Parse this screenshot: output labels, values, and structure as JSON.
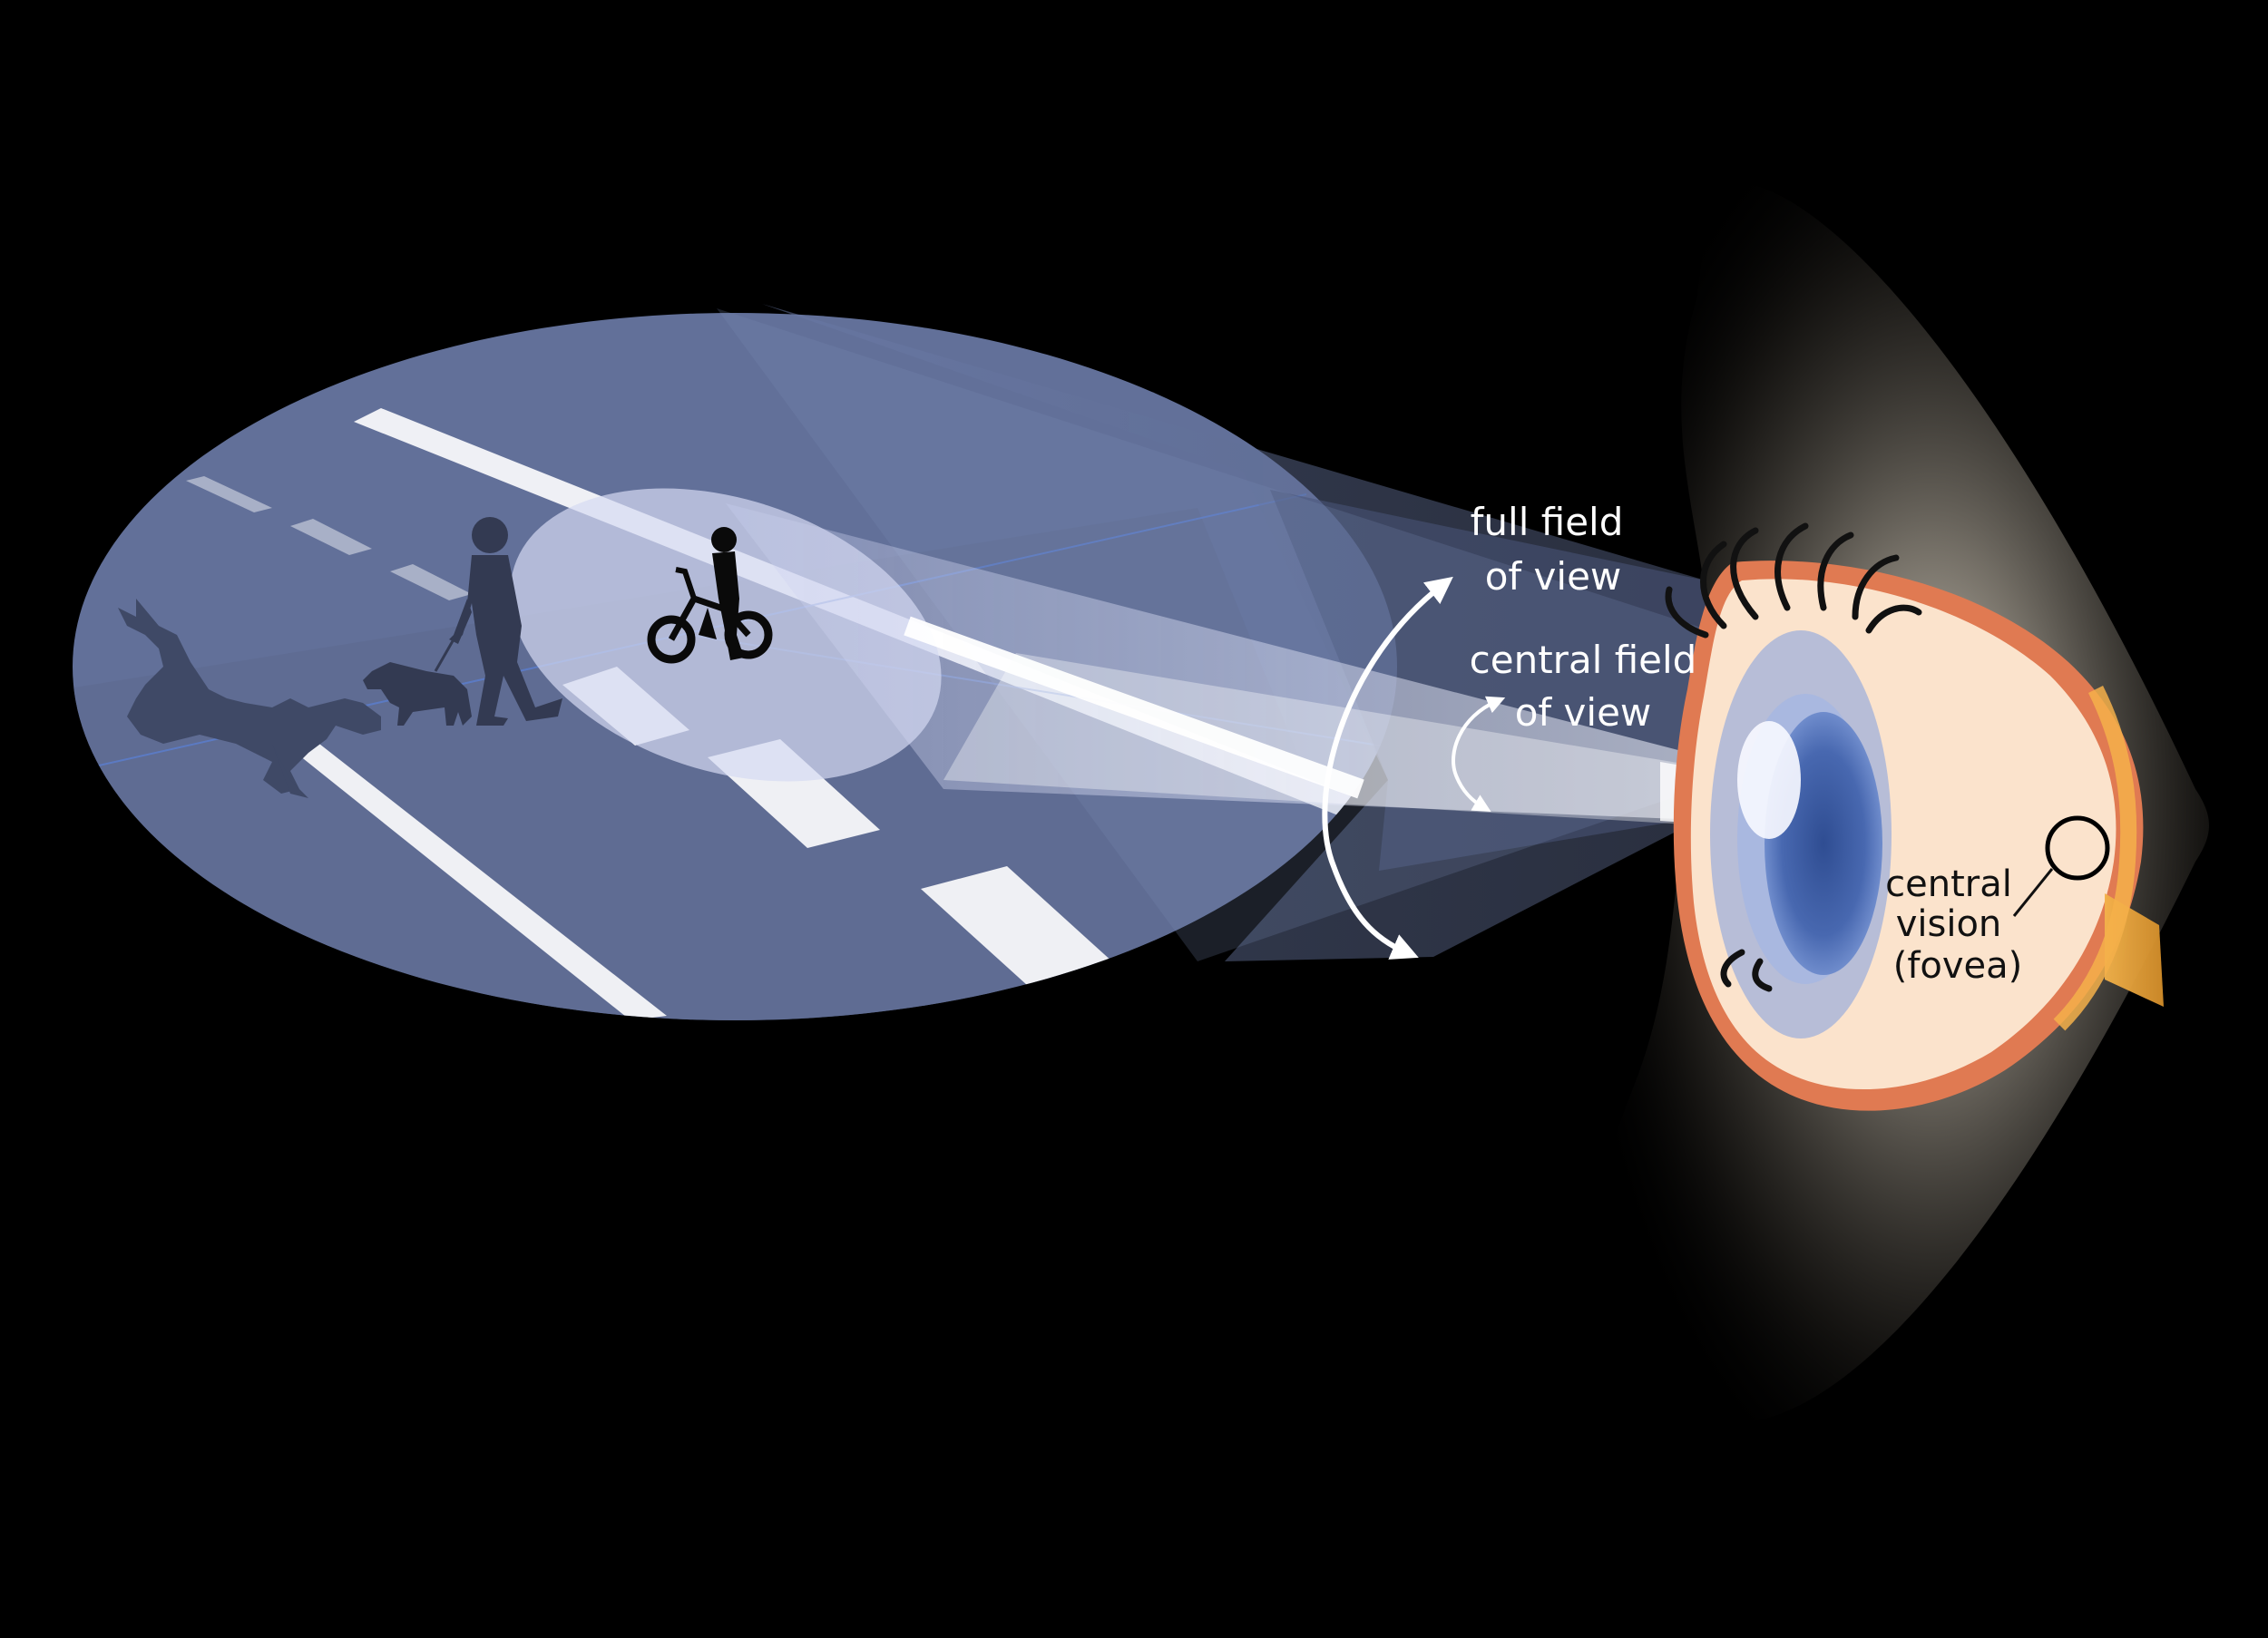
{
  "labels": {
    "full_field_line1": "full field",
    "full_field_line2": "of view",
    "central_field_line1": "central field",
    "central_field_line2": "of view",
    "central_vision_line1": "central",
    "central_vision_line2": "vision",
    "central_vision_line3": "(fovea)"
  },
  "colors": {
    "background": "#000000",
    "full_field": "#6a7aa6",
    "central_field": "#d8dcf0",
    "eye_sclera": "#fbe3cc",
    "eye_rim": "#e07a52",
    "iris": "#3e5a9e",
    "label_light": "#ffffff",
    "label_dark": "#111111"
  },
  "icons": {
    "deer": "deer-silhouette-icon",
    "man_with_dog": "person-walking-dog-silhouette-icon",
    "child_with_bike": "child-with-bicycle-silhouette-icon",
    "eyelashes": "eyelash-icon",
    "fovea": "fovea-circle-icon"
  }
}
